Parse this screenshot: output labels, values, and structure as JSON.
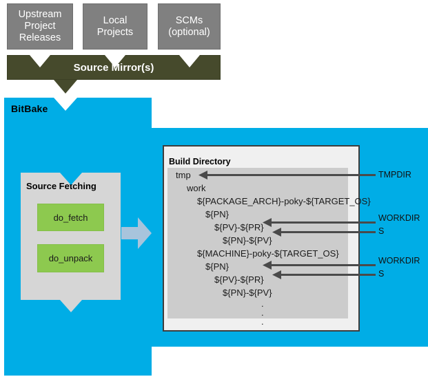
{
  "diagram": {
    "title": "BitBake Source Fetching and Build Directory Layout",
    "colors": {
      "gray_box": "#808080",
      "mirror_bar": "#464a2c",
      "bitbake_blue": "#00ade6",
      "panel_gray": "#d6d6d6",
      "task_green": "#8dc94f",
      "tree_gray": "#cccccc",
      "arrow_blue": "#a8c4dc",
      "connector_gray": "#4a4a4a"
    }
  },
  "sources": [
    {
      "id": "upstream",
      "line1": "Upstream",
      "line2": "Project",
      "line3": "Releases"
    },
    {
      "id": "local",
      "line1": "Local",
      "line2": "Projects",
      "line3": ""
    },
    {
      "id": "scms",
      "line1": "SCMs",
      "line2": "(optional)",
      "line3": ""
    }
  ],
  "mirror": {
    "label": "Source Mirror(s)"
  },
  "bitbake": {
    "label": "BitBake"
  },
  "source_fetching": {
    "title": "Source Fetching",
    "tasks": [
      {
        "label": "do_fetch"
      },
      {
        "label": "do_unpack"
      }
    ]
  },
  "build_directory": {
    "title": "Build Directory",
    "tree": [
      {
        "text": "tmp",
        "indent": 0
      },
      {
        "text": "work",
        "indent": 1
      },
      {
        "text": "${PACKAGE_ARCH}-poky-${TARGET_OS}",
        "indent": 2
      },
      {
        "text": "${PN}",
        "indent": 3
      },
      {
        "text": "${PV}-${PR}",
        "indent": 4
      },
      {
        "text": "${PN}-${PV}",
        "indent": 5
      },
      {
        "text": "${MACHINE}-poky-${TARGET_OS}",
        "indent": 2
      },
      {
        "text": "${PN}",
        "indent": 3
      },
      {
        "text": "${PV}-${PR}",
        "indent": 4
      },
      {
        "text": "${PN}-${PV}",
        "indent": 5
      }
    ],
    "ellipsis": [
      ".",
      ".",
      "."
    ]
  },
  "variable_labels": [
    {
      "name": "TMPDIR",
      "target": "tmp"
    },
    {
      "name": "WORKDIR",
      "target": "${PV}-${PR}"
    },
    {
      "name": "S",
      "target": "${PN}-${PV}"
    },
    {
      "name": "WORKDIR",
      "target": "${PV}-${PR}"
    },
    {
      "name": "S",
      "target": "${PN}-${PV}"
    }
  ]
}
